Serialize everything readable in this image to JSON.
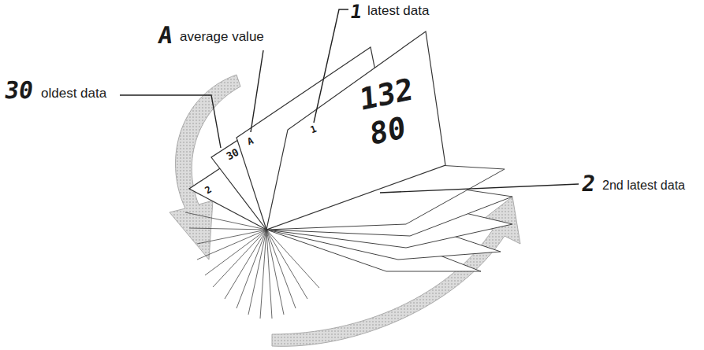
{
  "diagram": {
    "labels": [
      "30",
      "oldest data",
      "A",
      "average value",
      "1",
      "latest data",
      "2",
      "2nd latest data",
      "30",
      "A",
      "1",
      "132",
      "80",
      "2"
    ]
  }
}
